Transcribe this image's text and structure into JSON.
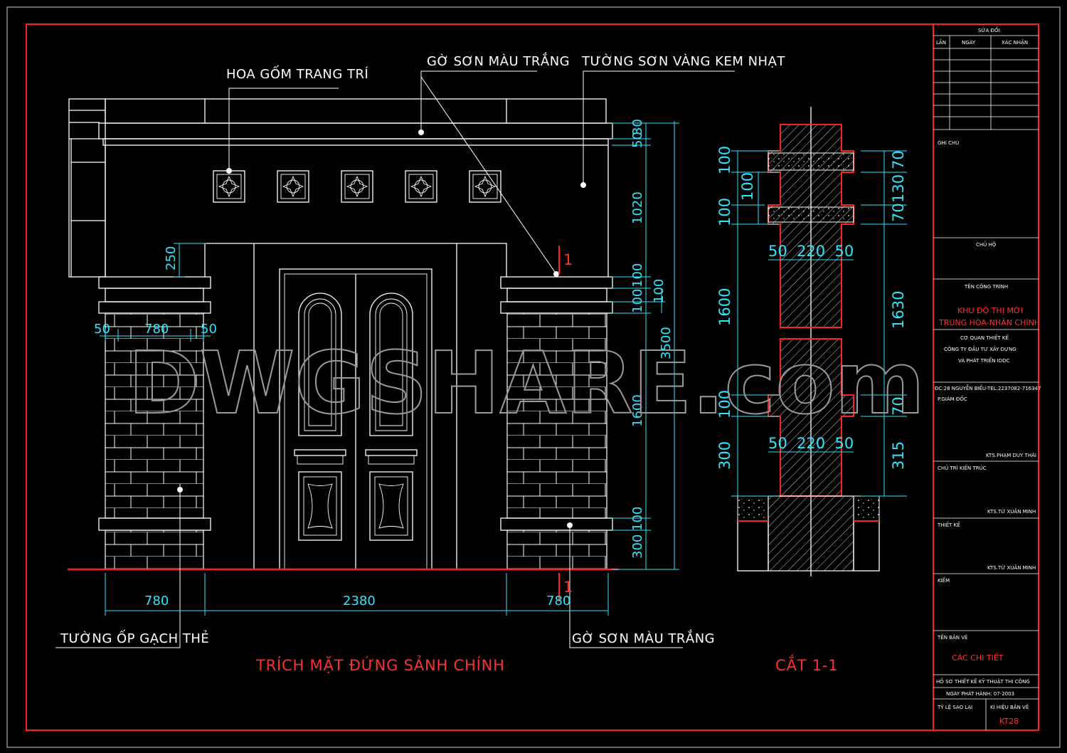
{
  "labels": {
    "hoa_gom": "HOA GỐM TRANG TRÍ",
    "go_son_top": "GỜ SƠN MÀU TRẮNG",
    "tuong_son": "TƯỜNG SƠN VÀNG KEM NHẠT",
    "tuong_op": "TƯỜNG ỐP GẠCH THẺ",
    "go_son_bottom": "GỜ SƠN MÀU TRẮNG",
    "section_mark_top": "1",
    "section_mark_bottom": "1"
  },
  "titles": {
    "elevation": "TRÍCH MẶT ĐỨNG SẢNH CHÍNH",
    "section": "CẮT 1-1"
  },
  "dims_elevation": {
    "d250": "250",
    "d50l": "50",
    "d780c": "780",
    "d50r": "50",
    "d50": "50",
    "d30": "30",
    "d1020": "1020",
    "d100a": "100",
    "d100b": "100",
    "d100side": "100",
    "d3500": "3500",
    "d1600": "1600",
    "d100c": "100",
    "d300": "300",
    "b780l": "780",
    "b2380": "2380",
    "b780r": "780"
  },
  "dims_section": {
    "l100a": "100",
    "l100b": "100",
    "l100c": "100",
    "l1600": "1600",
    "l100d": "100",
    "l300": "300",
    "r70a": "70",
    "r130": "130",
    "r70b": "70",
    "r1630": "1630",
    "r70c": "70",
    "r315": "315",
    "w1": "50  220  50",
    "w2": "50  220  50"
  },
  "title_block": {
    "revisions": "SỬA ĐỔI",
    "col_lan": "LẦN",
    "col_ngay": "NGÀY",
    "col_xacnhan": "XÁC NHẬN",
    "ghi_chu": "GHI CHÚ",
    "chu_ho": "CHỦ HỘ",
    "ten_cong_trinh": "TÊN CÔNG TRÌNH",
    "project_1": "KHU ĐÔ THỊ MỚI",
    "project_2": "TRUNG HÒA-NHÂN CHÍNH",
    "co_quan": "CƠ QUAN THIẾT KẾ",
    "company_1": "CÔNG TY ĐẦU TƯ XÂY DỰNG",
    "company_2": "VÀ PHÁT TRIỂN IDDC",
    "address": "ĐC:28 NGUYỄN BIỂU-TEL:2237082-716347",
    "giam_doc": "P.GIÁM ĐỐC",
    "giam_doc_name": "KTS.PHẠM DUY THÁI",
    "chu_tri": "CHỦ TRÌ KIẾN TRÚC",
    "chu_tri_name": "KTS.TỪ XUÂN MINH",
    "thiet_ke": "THIẾT KẾ",
    "thiet_ke_name": "KTS.TỪ XUÂN MINH",
    "kiem": "KIỂM",
    "ten_ban_ve": "TÊN BẢN VẼ",
    "drawing_name": "CÁC CHI TIẾT",
    "ho_so": "HỒ SƠ THIẾT KẾ KỸ THUẬT THI CÔNG",
    "ngay_phat_hanh": "NGÀY PHÁT HÀNH: 07-2003",
    "ty_le": "TỶ LỆ SAO LẠI",
    "ki_hieu": "KÍ HIỆU BẢN VẼ",
    "sheet_no": "KT28"
  },
  "watermark": "DWGSHARE.com",
  "colors": {
    "frame": "#ff2020",
    "dimension": "#2ee6ff",
    "linework": "#ffffff",
    "background": "#000000"
  }
}
